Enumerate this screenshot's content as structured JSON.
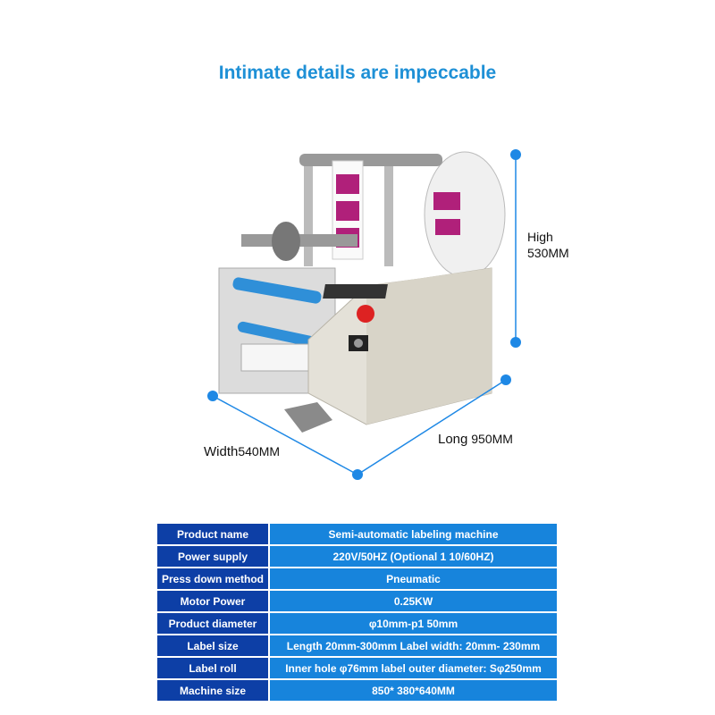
{
  "title": "Intimate details are impeccable",
  "dimensions": {
    "high_label": "High",
    "high_value": "530MM",
    "width_label": "Width",
    "width_value": "540MM",
    "long_label": "Long",
    "long_value": "950MM",
    "accent_color": "#1e88e5"
  },
  "specs": [
    {
      "key": "Product name",
      "value": "Semi-automatic labeling machine"
    },
    {
      "key": "Power supply",
      "value": "220V/50HZ (Optional 1 10/60HZ)"
    },
    {
      "key": "Press down method",
      "value": "Pneumatic"
    },
    {
      "key": "Motor Power",
      "value": "0.25KW"
    },
    {
      "key": "Product diameter",
      "value": "φ10mm-p1 50mm"
    },
    {
      "key": "Label size",
      "value": "Length 20mm-300mm Label width: 20mm- 230mm"
    },
    {
      "key": "Label roll",
      "value": "Inner hole φ76mm label outer diameter: Sφ250mm"
    },
    {
      "key": "Machine size",
      "value": "850* 380*640MM"
    }
  ]
}
